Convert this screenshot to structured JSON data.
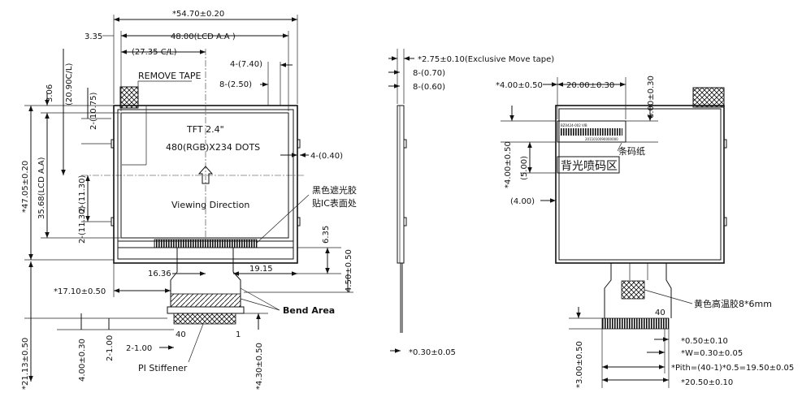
{
  "front_view": {
    "dims": {
      "overall_width": "*54.70±0.20",
      "offset_335": "3.35",
      "lcd_aa_width": "48.00(LCD A.A )",
      "cl_horizontal": "(27.35 C/L)",
      "dim_4_740": "4-(7.40)",
      "dim_8_250": "8-(2.50)",
      "dim_306": "3.06",
      "cl_vertical": "(20.90C/L)",
      "dim_2_1075": "2-(10.75)",
      "overall_height": "*47.05±0.20",
      "lcd_aa_height": "35.68(LCD A.A)",
      "dim_2_1130": "2-(11.30)",
      "dim_4_040": "4-(0.40)",
      "dim_635": "6.35",
      "dim_450": "4.50±0.50",
      "dim_1636": "16.36",
      "dim_1915": "19.15",
      "dim_1710": "*17.10±0.50",
      "dim_2113": "*21.13±0.50",
      "dim_400": "4.00±0.30",
      "dim_2_100": "2-1.00",
      "dim_2_100_b": "2-1.00",
      "dim_430": "*4.30±0.50"
    },
    "labels": {
      "remove_tape": "REMOVE TAPE",
      "tft": "TFT 2.4\"",
      "resolution": "480(RGB)X234 DOTS",
      "viewing": "Viewing Direction",
      "black_glue_1": "黑色遮光胶",
      "black_glue_2": "贴IC表面处",
      "bend_area": "Bend Area",
      "pi_stiffener": "PI Stiffener",
      "pin_40": "40",
      "pin_1": "1"
    }
  },
  "side_view": {
    "dims": {
      "tape": "*2.75±0.10(Exclusive Move tape)",
      "dim_8_070": "8-(0.70)",
      "dim_8_060": "8-(0.60)",
      "dim_030": "*0.30±0.05"
    }
  },
  "rear_view": {
    "dims": {
      "dim_400_050": "*4.00±0.50",
      "dim_2000": "20.00±0.30",
      "dim_600": "6.00±0.30",
      "dim_400_050_v": "*4.00±0.50",
      "dim_500": "(5.00)",
      "dim_400_p": "(4.00)",
      "dim_050_010": "*0.50±0.10",
      "dim_w": "*W=0.30±0.05",
      "dim_pith": "*Pith=(40-1)*0.5=19.50±0.05",
      "dim_2050": "*20.50±0.10",
      "dim_300": "*3.00±0.50"
    },
    "labels": {
      "barcode_paper": "条码纸",
      "backlight_area": "背光喷码区",
      "yellow_tape": "黄色高温胶8*6mm",
      "pin_40": "40",
      "barcode_top": "BZ0424-002 VIB",
      "barcode_bottom": "2011010090000000"
    }
  }
}
